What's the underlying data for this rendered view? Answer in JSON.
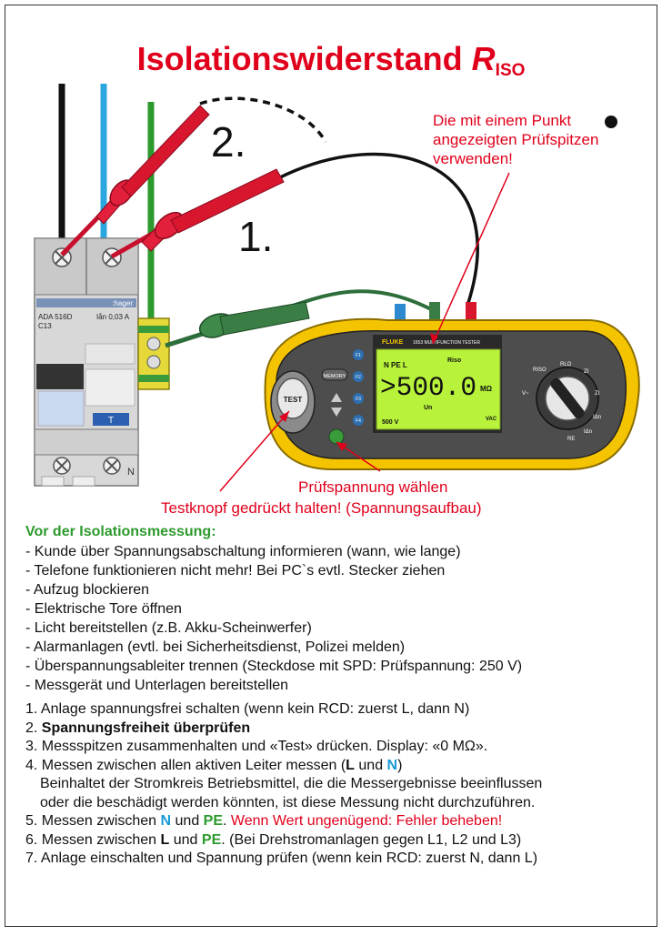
{
  "title": {
    "main": "Isolationswiderstand ",
    "r": "R",
    "sub": "ISO"
  },
  "diagram": {
    "label_step2": "2.",
    "label_step1": "1.",
    "note_dot": "Die mit einem Punkt\nangezeigten Prüfspitzen\nverwenden!",
    "note_voltage": "Prüfspannung wählen",
    "note_test": "Testknopf gedrückt halten! (Spannungsaufbau)",
    "breaker": {
      "brand": ":hager",
      "model": "ADA 516D",
      "rating": "Iån 0,03 A",
      "curve": "C13",
      "terminal_n": "N",
      "test_label": "T"
    },
    "tester": {
      "brand": "FLUKE",
      "model_line": "1653 MULTIFUNCTION TESTER",
      "display_value": ">500.0",
      "display_unit": "MΩ",
      "display_volt": "500 V",
      "display_vac": "VAC",
      "display_npel": "N PE L",
      "display_riso": "Riso",
      "display_un": "Un",
      "test_button": "TEST",
      "memory_button": "MEMORY",
      "fkeys": [
        "F1",
        "F2",
        "F3",
        "F4"
      ],
      "dial": [
        "RISO",
        "RLO",
        "ZI",
        "ZI",
        "V~",
        "IΔn",
        "IΔn",
        "RE"
      ]
    }
  },
  "pre": {
    "title": "Vor der Isolationsmessung:",
    "items": [
      "- Kunde über Spannungsabschaltung informieren (wann, wie lange)",
      "- Telefone funktionieren nicht mehr! Bei PC`s evtl. Stecker ziehen",
      "- Aufzug blockieren",
      "- Elektrische Tore öffnen",
      "- Licht bereitstellen (z.B. Akku-Scheinwerfer)",
      "- Alarmanlagen (evtl. bei Sicherheitsdienst, Polizei melden)",
      "- Überspannungsableiter trennen (Steckdose mit SPD: Prüfspannung: 250 V)",
      "- Messgerät und Unterlagen bereitstellen"
    ]
  },
  "steps": {
    "s1": "1. Anlage spannungsfrei schalten (wenn kein RCD: zuerst L, dann N)",
    "s2_num": "2. ",
    "s2_bold": "Spannungsfreiheit überprüfen",
    "s3": "3. Messspitzen zusammenhalten und «Test» drücken. Display: «0 MΩ».",
    "s4_a": "4. Messen zwischen allen aktiven Leiter messen (",
    "s4_L": "L",
    "s4_und": " und ",
    "s4_N": "N",
    "s4_close": ")",
    "s4_cont1": "Beinhaltet der Stromkreis Betriebsmittel, die die Messergebnisse beeinflussen",
    "s4_cont2": "oder die beschädigt werden könnten, ist diese Messung nicht durchzuführen.",
    "s5_a": "5. Messen zwischen ",
    "s5_N": "N",
    "s5_und": " und ",
    "s5_PE": "PE",
    "s5_dot": ". ",
    "s5_red": "Wenn Wert ungenügend: Fehler beheben!",
    "s6_a": "6. Messen zwischen ",
    "s6_L": "L",
    "s6_und": " und ",
    "s6_PE": "PE",
    "s6_rest": ". (Bei Drehstromanlagen gegen L1, L2 und L3)",
    "s7": "7. Anlage einschalten und Spannung prüfen (wenn kein RCD: zuerst N, dann L)"
  },
  "colors": {
    "red": "#e0001b",
    "green": "#2c9a2c",
    "blue": "#1a9ad6",
    "lcd": "#b8f23a",
    "tester_body": "#f5c400"
  }
}
